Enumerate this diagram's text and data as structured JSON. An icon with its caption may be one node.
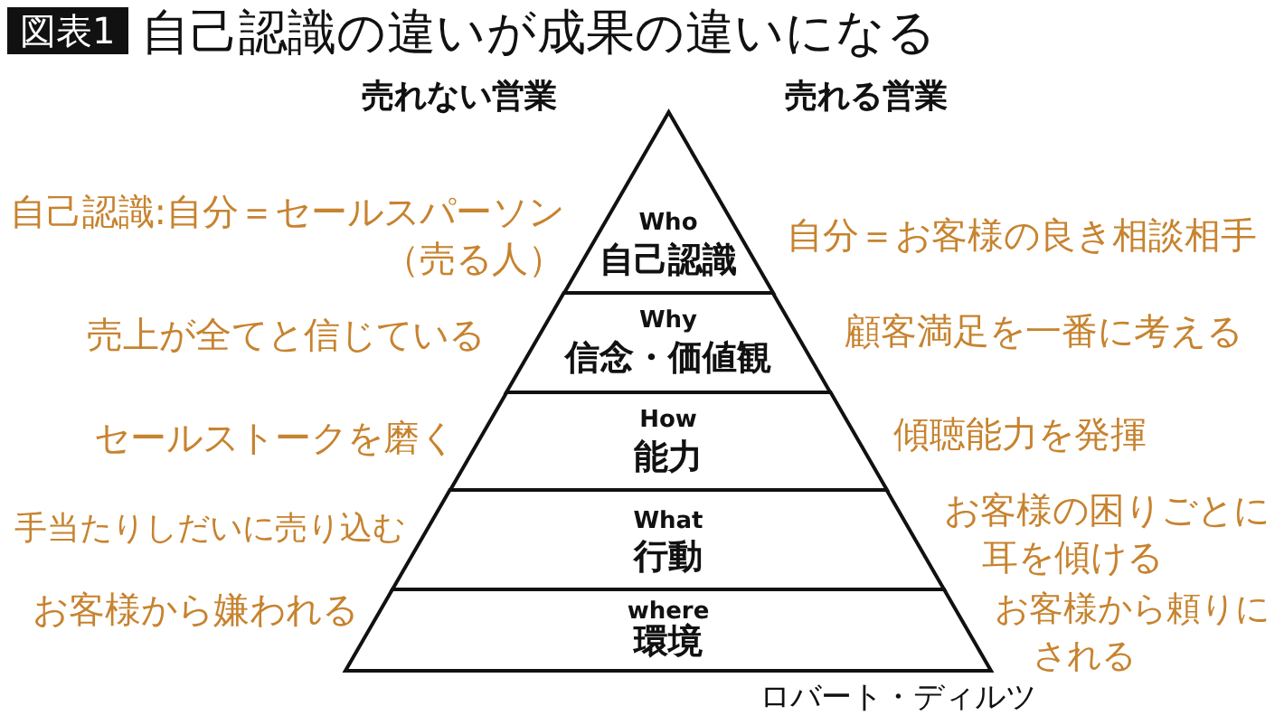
{
  "diagram": {
    "title": "自己認識の違いが成果の違いになる",
    "nodes": [
      {
        "text": [
          "Who",
          "自己認識"
        ],
        "beside": [
          "自己認識:自分＝セールスパーソン（売る人）",
          "自分＝お客様の良き相談相手"
        ]
      },
      {
        "text": [
          "Why",
          "信念・価値観"
        ],
        "beside": [
          "売上が全てと信じている",
          "顧客満足を一番に考える"
        ]
      },
      {
        "text": [
          "How",
          "能力"
        ],
        "beside": [
          "セールストークを磨く",
          "傾聴能力を発揮"
        ]
      },
      {
        "text": [
          "What",
          "行動"
        ],
        "beside": [
          "手当たりしだいに売り込む",
          "お客様の困りごとに耳を傾ける"
        ]
      },
      {
        "text": [
          "where",
          "環境"
        ],
        "beside": [
          "お客様から嫌われる",
          "お客様から頼りにされる"
        ]
      }
    ],
    "labels": [
      "図表1",
      "売れない営業",
      "売れる営業",
      "ロバート・ディルツ"
    ]
  }
}
